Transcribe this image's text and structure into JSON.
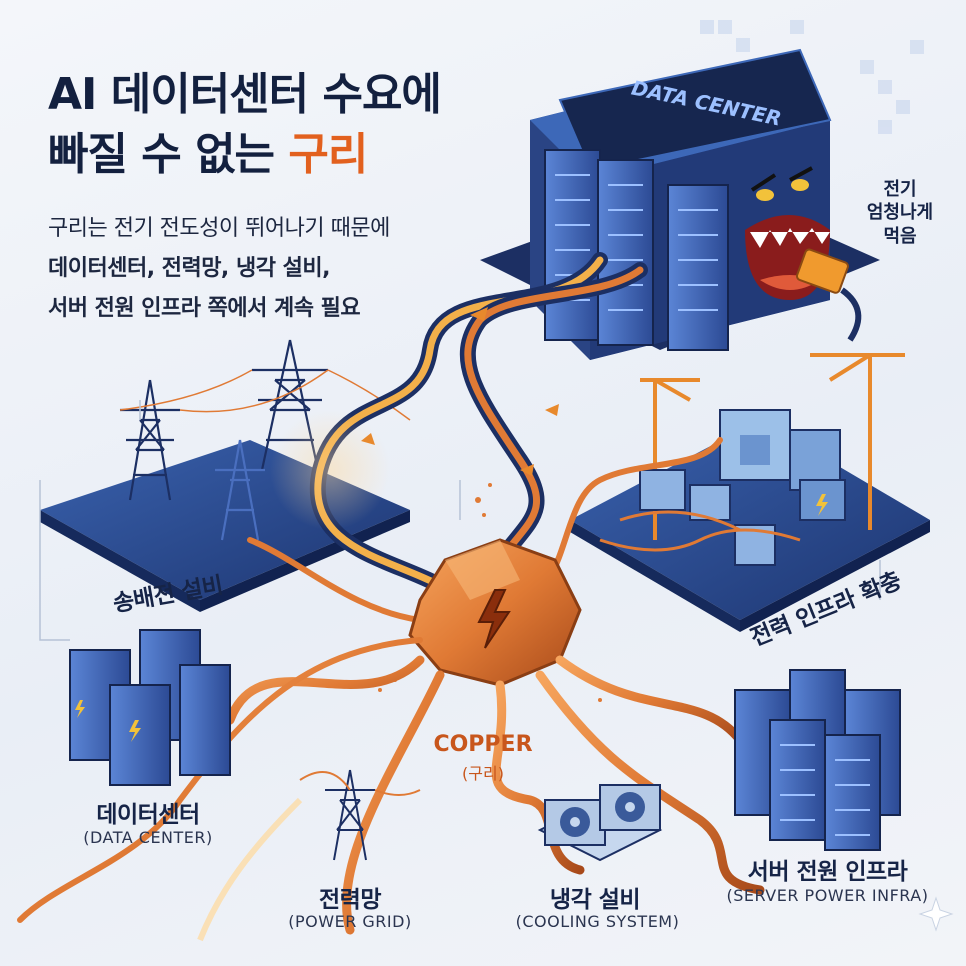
{
  "title": {
    "line1": "AI 데이터센터 수요에",
    "line2_prefix": "빠질 수 없는 ",
    "line2_accent": "구리"
  },
  "description": {
    "line1": "구리는 전기 전도성이 뛰어나기 때문에",
    "line2": "데이터센터, 전력망, 냉각 설비,",
    "line3": "서버 전원 인프라 쪽에서 계속 필요"
  },
  "data_center_sign": "DATA CENTER",
  "power_eating": {
    "line1": "전기",
    "line2": "엄청나게",
    "line3": "먹음"
  },
  "labels": {
    "transmission": "송배전 설비",
    "power_infra_expansion": "전력 인프라 확충",
    "copper_en": "COPPER",
    "copper_ko": "(구리)",
    "datacenter_ko": "데이터센터",
    "datacenter_en": "(DATA CENTER)",
    "grid_ko": "전력망",
    "grid_en": "(POWER GRID)",
    "cooling_ko": "냉각 설비",
    "cooling_en": "(COOLING SYSTEM)",
    "server_ko": "서버 전원 인프라",
    "server_en": "(SERVER POWER INFRA)"
  },
  "colors": {
    "copper": "#e07a35",
    "copper_dark": "#a84a1a",
    "navy": "#1c2f63",
    "server_blue": "#3d68b8",
    "crane_orange": "#e8892c",
    "title_accent": "#e2601e"
  }
}
